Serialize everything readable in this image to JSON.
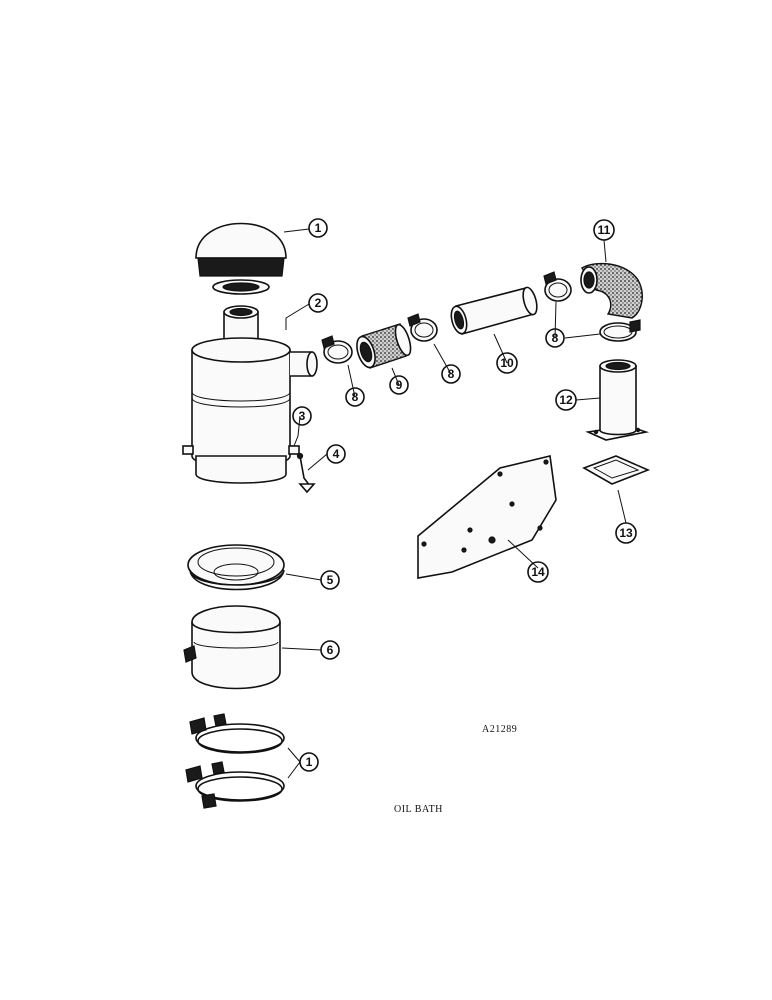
{
  "callouts": {
    "c1_top": "1",
    "c2": "2",
    "c3": "3",
    "c4": "4",
    "c5": "5",
    "c6": "6",
    "c1_bottom": "1",
    "c8_left": "8",
    "c9": "9",
    "c8_mid": "8",
    "c10": "10",
    "c11": "11",
    "c8_right": "8",
    "c12": "12",
    "c13": "13",
    "c14": "14"
  },
  "captions": {
    "figure_id": "A21289",
    "title": "OIL BATH"
  }
}
